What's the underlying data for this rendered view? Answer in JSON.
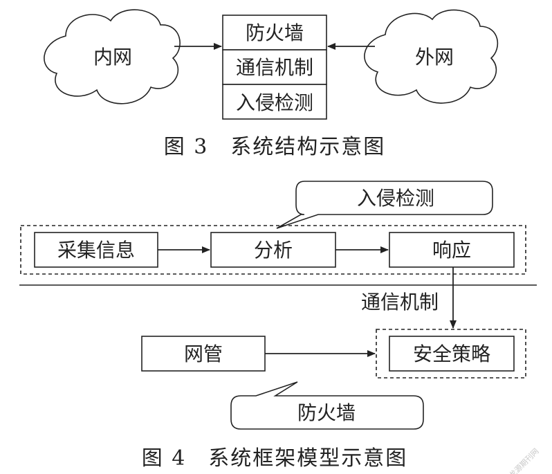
{
  "figure3": {
    "nodes": {
      "intranet": "内网",
      "extranet": "外网",
      "firewall": "防火墙",
      "comm": "通信机制",
      "ids": "入侵检测"
    },
    "caption": "图 3　系统结构示意图"
  },
  "figure4": {
    "callout_ids": "入侵检测",
    "collect": "采集信息",
    "analyze": "分析",
    "respond": "响应",
    "comm_label": "通信机制",
    "netmgmt": "网管",
    "policy": "安全策略",
    "callout_firewall": "防火墙",
    "caption": "图 4　系统框架模型示意图"
  },
  "watermark": "龙源期刊网"
}
